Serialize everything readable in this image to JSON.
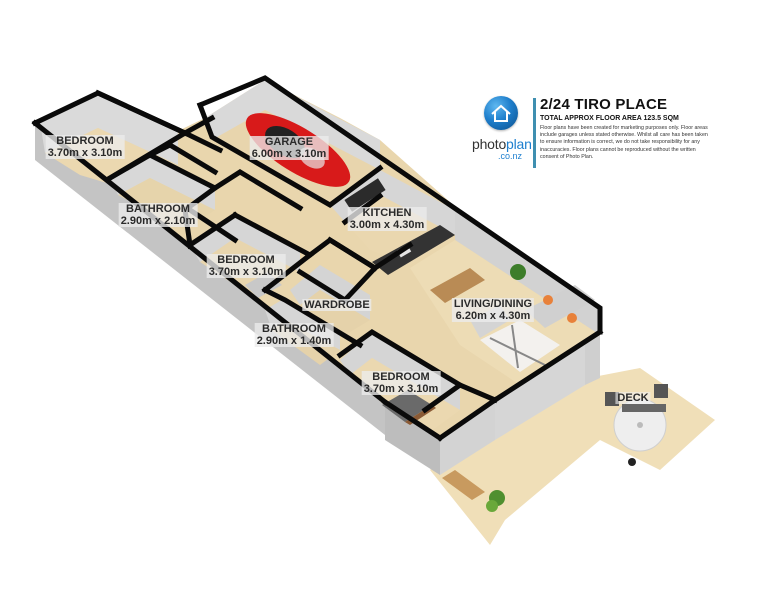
{
  "property": {
    "address": "2/24 TIRO PLACE",
    "floor_area": "TOTAL APPROX FLOOR AREA 123.5 SQM",
    "disclaimer": "Floor plans have been created for marketing purposes only. Floor areas include garages unless stated otherwise. Whilst all care has been taken to ensure information is correct, we do not take responsibility for any inaccuracies. Floor plans cannot be reproduced without the written consent of Photo Plan."
  },
  "logo": {
    "icon": "house-icon",
    "word_part1": "photo",
    "word_part2": "plan",
    "domain": ".co.nz",
    "brand_color": "#1d7fcf"
  },
  "rooms": [
    {
      "id": "bedroom-1",
      "name": "BEDROOM",
      "dims": "3.70m x 3.10m"
    },
    {
      "id": "bathroom-1",
      "name": "BATHROOM",
      "dims": "2.90m x 2.10m"
    },
    {
      "id": "garage",
      "name": "GARAGE",
      "dims": "6.00m x 3.10m"
    },
    {
      "id": "kitchen",
      "name": "KITCHEN",
      "dims": "3.00m x 4.30m"
    },
    {
      "id": "bedroom-2",
      "name": "BEDROOM",
      "dims": "3.70m x 3.10m"
    },
    {
      "id": "wardrobe",
      "name": "WARDROBE",
      "dims": ""
    },
    {
      "id": "bathroom-2",
      "name": "BATHROOM",
      "dims": "2.90m x 1.40m"
    },
    {
      "id": "living-dining",
      "name": "LIVING/DINING",
      "dims": "6.20m x 4.30m"
    },
    {
      "id": "bedroom-3",
      "name": "BEDROOM",
      "dims": "3.70m x 3.10m"
    },
    {
      "id": "deck",
      "name": "DECK",
      "dims": ""
    }
  ],
  "colors": {
    "floor": "#eedcb4",
    "wall_top": "#0a0a0a",
    "wall_face": "#c9c9c9",
    "wall_inner": "#dcdcdc",
    "deck": "#f0dfb8",
    "car": "#d81a1a",
    "accent_bar": "#3f8fb0"
  }
}
